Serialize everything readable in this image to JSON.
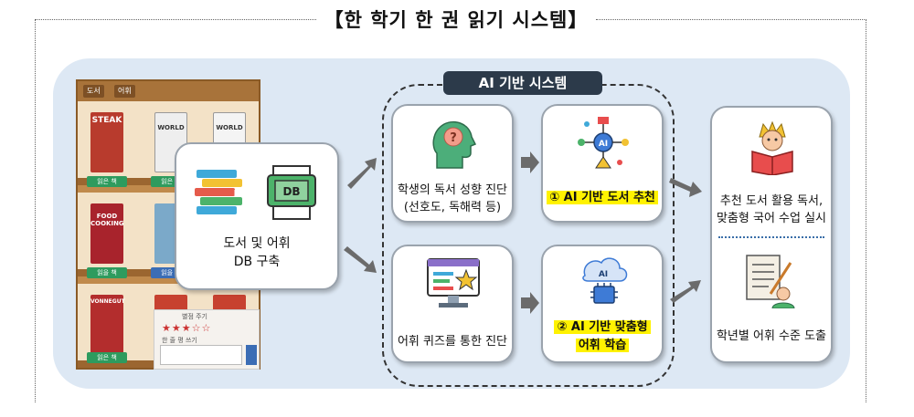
{
  "title": "【한 학기 한 권 읽기 시스템】",
  "bookshelf": {
    "tabs": [
      "도서",
      "어휘"
    ],
    "books": [
      {
        "title": "STEAK",
        "label": "읽은 책"
      },
      {
        "title": "WORLD",
        "label": "읽은 책"
      },
      {
        "title": "WORLD",
        "label": ""
      },
      {
        "title": "FOOD COOKING",
        "label": "읽을 책"
      },
      {
        "title": "",
        "label": "읽을 책"
      },
      {
        "title": "VONNEGUT",
        "label": "읽은 책"
      }
    ],
    "review_heading": "별점 주기",
    "review_stars": "★★★☆☆",
    "review_heading2": "한 줄 평 쓰기"
  },
  "db_card": {
    "icon_label": "DB",
    "line1": "도서 및 어휘",
    "line2": "DB 구축"
  },
  "ai_system_label": "AI 기반 시스템",
  "diagnosis": {
    "line1": "학생의 독서 성향 진단",
    "line2": "(선호도, 독해력 등)"
  },
  "recommend": {
    "text": "① AI 기반 도서 추천"
  },
  "quiz": {
    "text": "어휘 퀴즈를 통한 진단"
  },
  "learning": {
    "line1": "② AI 기반 맞춤형",
    "line2": "어휘 학습",
    "icon_label": "AI"
  },
  "outcome": {
    "line1": "추천 도서 활용 독서,",
    "line2": "맞춤형 국어 수업 실시",
    "line3": "학년별 어휘 수준 도출"
  },
  "colors": {
    "panel": "#dde8f4",
    "highlight": "#fff200",
    "ai_label_bg": "#2c3a4a",
    "arrow": "#6b6b6b",
    "separator": "#3a6ea8"
  }
}
